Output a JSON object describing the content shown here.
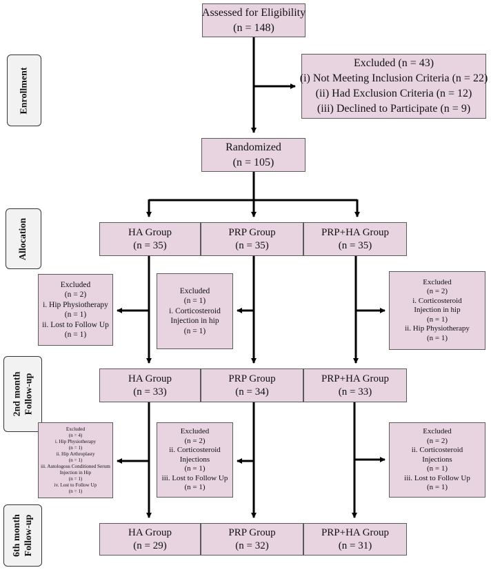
{
  "stages": {
    "enrollment": "Enrollment",
    "allocation": "Allocation",
    "followup2": [
      "2nd month",
      "Follow-up"
    ],
    "followup6": [
      "6th month",
      "Follow-up"
    ]
  },
  "assessed": {
    "lines": [
      "Assessed for Eligibility",
      "(n = 148)"
    ]
  },
  "excluded_enroll": {
    "lines": [
      "Excluded (n = 43)",
      "(i) Not Meeting Inclusion Criteria (n = 22)",
      "(ii) Had Exclusion Criteria (n = 12)",
      "(iii) Declined to Participate (n = 9)"
    ]
  },
  "randomized": {
    "lines": [
      "Randomized",
      "(n = 105)"
    ]
  },
  "allocation": [
    {
      "lines": [
        "HA Group",
        "(n = 35)"
      ]
    },
    {
      "lines": [
        "PRP Group",
        "(n = 35)"
      ]
    },
    {
      "lines": [
        "PRP+HA Group",
        "(n = 35)"
      ]
    }
  ],
  "excluded_alloc": [
    {
      "lines": [
        "Excluded",
        "(n = 2)",
        "i. Hip Physiotherapy",
        "(n = 1)",
        "ii. Lost to Follow Up",
        "(n = 1)"
      ]
    },
    {
      "lines": [
        "Excluded",
        "(n = 1)",
        "i. Corticosteroid",
        "Injection in hip",
        "(n = 1)"
      ]
    },
    {
      "lines": [
        "Excluded",
        "(n = 2)",
        "i. Corticosteroid",
        "Injection in hip",
        "(n = 1)",
        "ii. Hip Physiotherapy",
        "(n = 1)"
      ]
    }
  ],
  "followup2": [
    {
      "lines": [
        "HA Group",
        "(n = 33)"
      ]
    },
    {
      "lines": [
        "PRP Group",
        "(n = 34)"
      ]
    },
    {
      "lines": [
        "PRP+HA Group",
        "(n = 33)"
      ]
    }
  ],
  "excluded_2m": [
    {
      "lines": [
        "Excluded",
        "(n = 4)",
        "i. Hip Physiotherapy",
        "(n = 1)",
        "ii. Hip Arthroplasty",
        "(n = 1)",
        "iii. Autologous Conditioned Serum",
        "Injection in Hip",
        "(n = 1)",
        "iv. Lost to Follow Up",
        "(n = 1)"
      ]
    },
    {
      "lines": [
        "Excluded",
        "(n = 2)",
        "ii. Corticosteroid",
        "Injections",
        "(n = 1)",
        "iii. Lost to Follow Up",
        "(n = 1)"
      ]
    },
    {
      "lines": [
        "Excluded",
        "(n = 2)",
        "ii. Corticosteroid",
        "Injections",
        "(n = 1)",
        "iii. Lost to Follow Up",
        "(n = 1)"
      ]
    }
  ],
  "followup6": [
    {
      "lines": [
        "HA Group",
        "(n = 29)"
      ]
    },
    {
      "lines": [
        "PRP Group",
        "(n = 32)"
      ]
    },
    {
      "lines": [
        "PRP+HA Group",
        "(n = 31)"
      ]
    }
  ],
  "colors": {
    "box_fill": "#e8d3e0",
    "box_border": "#5a5a5a",
    "stage_fill": "#f2f2f2",
    "arrow": "#000000"
  }
}
